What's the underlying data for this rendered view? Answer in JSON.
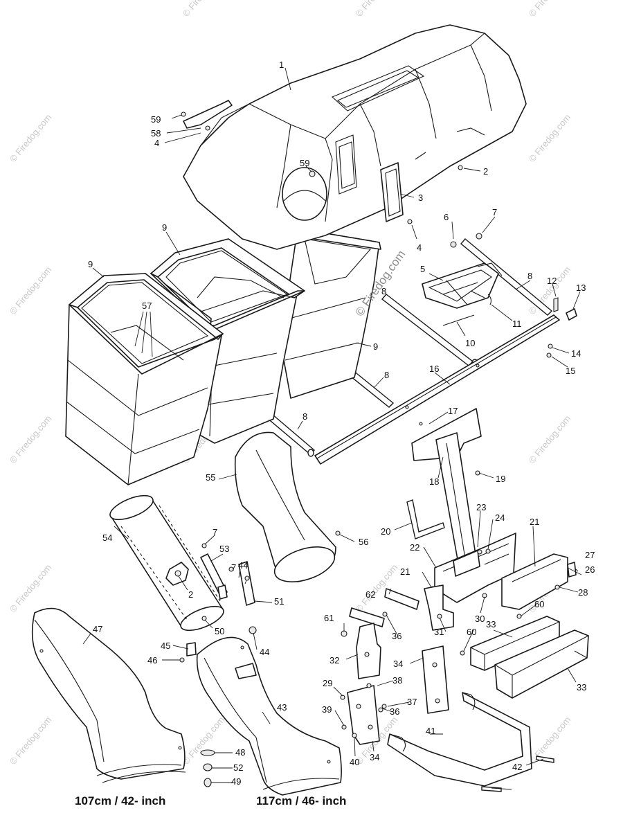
{
  "diagram": {
    "callouts": [
      {
        "id": "c1",
        "text": "1"
      },
      {
        "id": "c2a",
        "text": "2"
      },
      {
        "id": "c3",
        "text": "3"
      },
      {
        "id": "c4a",
        "text": "4"
      },
      {
        "id": "c4b",
        "text": "4"
      },
      {
        "id": "c5",
        "text": "5"
      },
      {
        "id": "c6",
        "text": "6"
      },
      {
        "id": "c7a",
        "text": "7"
      },
      {
        "id": "c8a",
        "text": "8"
      },
      {
        "id": "c8b",
        "text": "8"
      },
      {
        "id": "c8c",
        "text": "8"
      },
      {
        "id": "c8d",
        "text": "8"
      },
      {
        "id": "c9a",
        "text": "9"
      },
      {
        "id": "c9b",
        "text": "9"
      },
      {
        "id": "c9c",
        "text": "9"
      },
      {
        "id": "c10",
        "text": "10"
      },
      {
        "id": "c11",
        "text": "11"
      },
      {
        "id": "c12",
        "text": "12"
      },
      {
        "id": "c13",
        "text": "13"
      },
      {
        "id": "c14",
        "text": "14"
      },
      {
        "id": "c15",
        "text": "15"
      },
      {
        "id": "c16",
        "text": "16"
      },
      {
        "id": "c17",
        "text": "17"
      },
      {
        "id": "c18",
        "text": "18"
      },
      {
        "id": "c19",
        "text": "19"
      },
      {
        "id": "c20",
        "text": "20"
      },
      {
        "id": "c21a",
        "text": "21"
      },
      {
        "id": "c21b",
        "text": "21"
      },
      {
        "id": "c22",
        "text": "22"
      },
      {
        "id": "c23",
        "text": "23"
      },
      {
        "id": "c24",
        "text": "24"
      },
      {
        "id": "c26",
        "text": "26"
      },
      {
        "id": "c27",
        "text": "27"
      },
      {
        "id": "c28",
        "text": "28"
      },
      {
        "id": "c29",
        "text": "29"
      },
      {
        "id": "c30",
        "text": "30"
      },
      {
        "id": "c31",
        "text": "31"
      },
      {
        "id": "c32",
        "text": "32"
      },
      {
        "id": "c33a",
        "text": "33"
      },
      {
        "id": "c33b",
        "text": "33"
      },
      {
        "id": "c34a",
        "text": "34"
      },
      {
        "id": "c34b",
        "text": "34"
      },
      {
        "id": "c36a",
        "text": "36"
      },
      {
        "id": "c36b",
        "text": "36"
      },
      {
        "id": "c37",
        "text": "37"
      },
      {
        "id": "c38",
        "text": "38"
      },
      {
        "id": "c39",
        "text": "39"
      },
      {
        "id": "c40",
        "text": "40"
      },
      {
        "id": "c41",
        "text": "41"
      },
      {
        "id": "c42",
        "text": "42"
      },
      {
        "id": "c43",
        "text": "43"
      },
      {
        "id": "c44a",
        "text": "44"
      },
      {
        "id": "c44b",
        "text": "44"
      },
      {
        "id": "c45",
        "text": "45"
      },
      {
        "id": "c46",
        "text": "46"
      },
      {
        "id": "c47",
        "text": "47"
      },
      {
        "id": "c48",
        "text": "48"
      },
      {
        "id": "c49",
        "text": "49"
      },
      {
        "id": "c50",
        "text": "50"
      },
      {
        "id": "c51",
        "text": "51"
      },
      {
        "id": "c52",
        "text": "52"
      },
      {
        "id": "c53",
        "text": "53"
      },
      {
        "id": "c54",
        "text": "54"
      },
      {
        "id": "c55",
        "text": "55"
      },
      {
        "id": "c56",
        "text": "56"
      },
      {
        "id": "c57",
        "text": "57"
      },
      {
        "id": "c58",
        "text": "58"
      },
      {
        "id": "c59a",
        "text": "59"
      },
      {
        "id": "c59b",
        "text": "59"
      },
      {
        "id": "c60a",
        "text": "60"
      },
      {
        "id": "c60b",
        "text": "60"
      },
      {
        "id": "c61",
        "text": "61"
      },
      {
        "id": "c62",
        "text": "62"
      },
      {
        "id": "c7b",
        "text": "7"
      },
      {
        "id": "c7c",
        "text": "7"
      },
      {
        "id": "c2b",
        "text": "2"
      }
    ],
    "size_labels": {
      "left": "107cm / 42- inch",
      "right": "117cm / 46- inch"
    },
    "watermark": {
      "text": "© Firedog.com",
      "center_text": "© Firedog.com"
    },
    "colors": {
      "line": "#1a1a1a",
      "background": "#ffffff",
      "watermark": "#c8c8c8"
    }
  }
}
